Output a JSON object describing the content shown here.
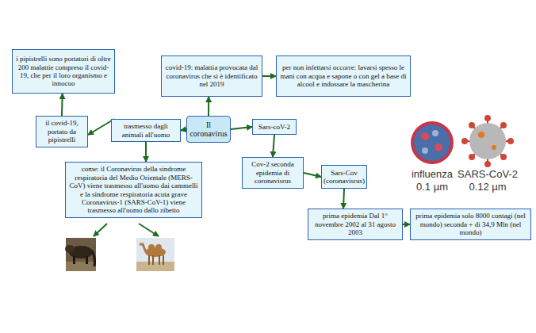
{
  "diagram": {
    "nodes": [
      {
        "text": [
          "i pipistrelli sono portatori di oltre 200 malattie compreso il covid-19, che per il loro organismo e innocuo"
        ]
      },
      {
        "text": [
          "covid-19: malattia provocata dal coronavirus che si è identificato nel 2019"
        ]
      },
      {
        "text": [
          "per non infettarsi occorre: lavarsi spesso le mani con acqua e sapone o con gel a base di alcool e indossare la mascherina"
        ]
      },
      {
        "text": [
          "il covid-19, portato da pipistrelli"
        ]
      },
      {
        "text": [
          "trasmesso dagli animali all'uomo"
        ]
      },
      {
        "text": [
          "Il coronavirus"
        ]
      },
      {
        "text": [
          "Sars-coV-2"
        ]
      },
      {
        "text": [
          "come: il Coronavirus della sindrome respiratoria del Medio Orientale (MERS-CoV) viene trasmesso all'uomo dai cammelli e la sindrome respiratoria acuta grave Coronavirus-1 (SARS-CoV-1) viene trasmesso all'uomo dallo zibetto"
        ]
      },
      {
        "text": [
          "Cov-2 seconda epidemia di coronavisrus"
        ]
      },
      {
        "text": [
          "Sars-Cov (coronavisrus)"
        ]
      },
      {
        "text": [
          "prima epidemia Dal 1° novembre 2002 al 31 agosto 2003"
        ]
      },
      {
        "text": [
          "prima epidemia solo 8000 contagi (nel mondo) seconda + di 34,9 Mln (nel mondo)"
        ]
      }
    ],
    "edges": [
      {
        "from": 5,
        "to": 1,
        "arrow": "to"
      },
      {
        "from": 1,
        "to": 2,
        "arrow": "to"
      },
      {
        "from": 5,
        "to": 4,
        "arrow": "to"
      },
      {
        "from": 5,
        "to": 6,
        "arrow": "to"
      },
      {
        "from": 4,
        "to": 3,
        "arrow": "to"
      },
      {
        "from": 3,
        "to": 0,
        "arrow": "to"
      },
      {
        "from": 4,
        "to": 7,
        "arrow": "to"
      },
      {
        "from": 6,
        "to": 8,
        "arrow": "to"
      },
      {
        "from": 8,
        "to": 9,
        "arrow": "to"
      },
      {
        "from": 9,
        "to": 10,
        "arrow": "to"
      },
      {
        "from": 10,
        "to": 11,
        "arrow": "to"
      }
    ],
    "labels": [
      "influenza",
      "0.1 µm",
      "SARS-CoV-2",
      "0.12 µm"
    ]
  }
}
